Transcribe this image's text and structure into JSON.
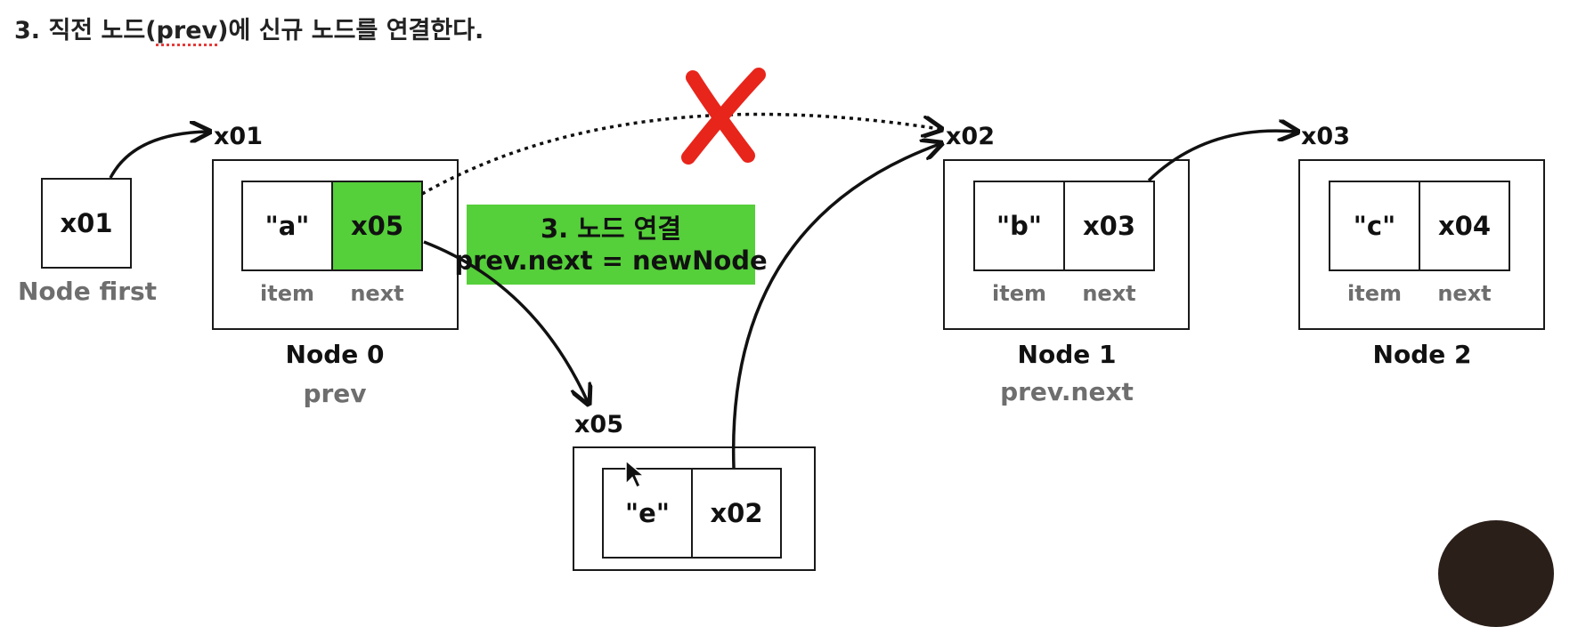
{
  "title": {
    "prefix": "3. 직전 노드(",
    "highlighted": "prev",
    "suffix": ")에 신규 노드를 연결한다."
  },
  "first_pointer": {
    "value": "x01",
    "label": "Node first"
  },
  "nodes": [
    {
      "address": "x01",
      "item": "\"a\"",
      "next": "x05",
      "name": "Node 0",
      "role": "prev",
      "item_label": "item",
      "next_label": "next"
    },
    {
      "address": "x02",
      "item": "\"b\"",
      "next": "x03",
      "name": "Node 1",
      "role": "prev.next",
      "item_label": "item",
      "next_label": "next"
    },
    {
      "address": "x03",
      "item": "\"c\"",
      "next": "x04",
      "name": "Node 2",
      "item_label": "item",
      "next_label": "next"
    }
  ],
  "new_node": {
    "address": "x05",
    "item": "\"e\"",
    "next": "x02"
  },
  "note": {
    "line1": "3. 노드 연결",
    "line2": "prev.next = newNode"
  },
  "colors": {
    "highlight": "#55cf3a",
    "cross": "#e8251b",
    "muted": "#6e6e6e"
  }
}
